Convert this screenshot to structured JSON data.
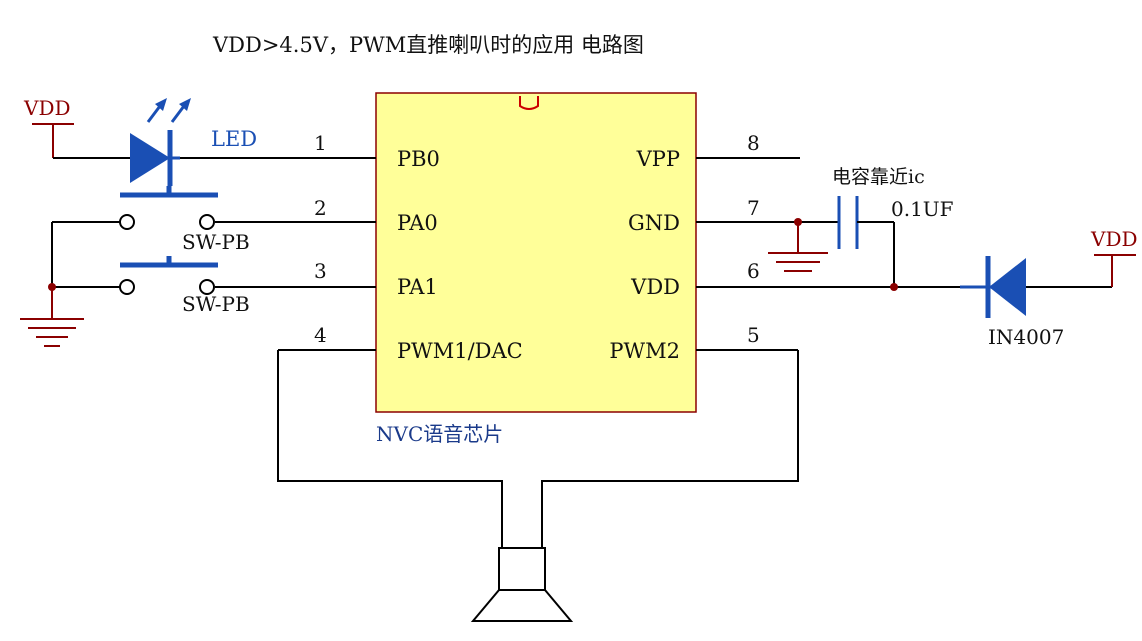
{
  "title": "VDD>4.5V，PWM直推喇叭时的应用 电路图",
  "chip": {
    "name": "NVC语音芯片",
    "left_pins": [
      {
        "number": "1",
        "label": "PB0"
      },
      {
        "number": "2",
        "label": "PA0"
      },
      {
        "number": "3",
        "label": "PA1"
      },
      {
        "number": "4",
        "label": "PWM1/DAC"
      }
    ],
    "right_pins": [
      {
        "number": "8",
        "label": "VPP"
      },
      {
        "number": "7",
        "label": "GND"
      },
      {
        "number": "6",
        "label": "VDD"
      },
      {
        "number": "5",
        "label": "PWM2"
      }
    ]
  },
  "components": {
    "vdd_left": "VDD",
    "vdd_right": "VDD",
    "led_label": "LED",
    "switch1_label": "SW-PB",
    "switch2_label": "SW-PB",
    "capacitor_note": "电容靠近ic",
    "capacitor_value": "0.1UF",
    "diode_label": "IN4007"
  },
  "colors": {
    "chip_fill": "#ffff99",
    "chip_stroke": "#8b0000",
    "wire": "#000000",
    "power_symbol": "#8b0000",
    "component_blue": "#1a4fb4",
    "text": "#111111"
  }
}
